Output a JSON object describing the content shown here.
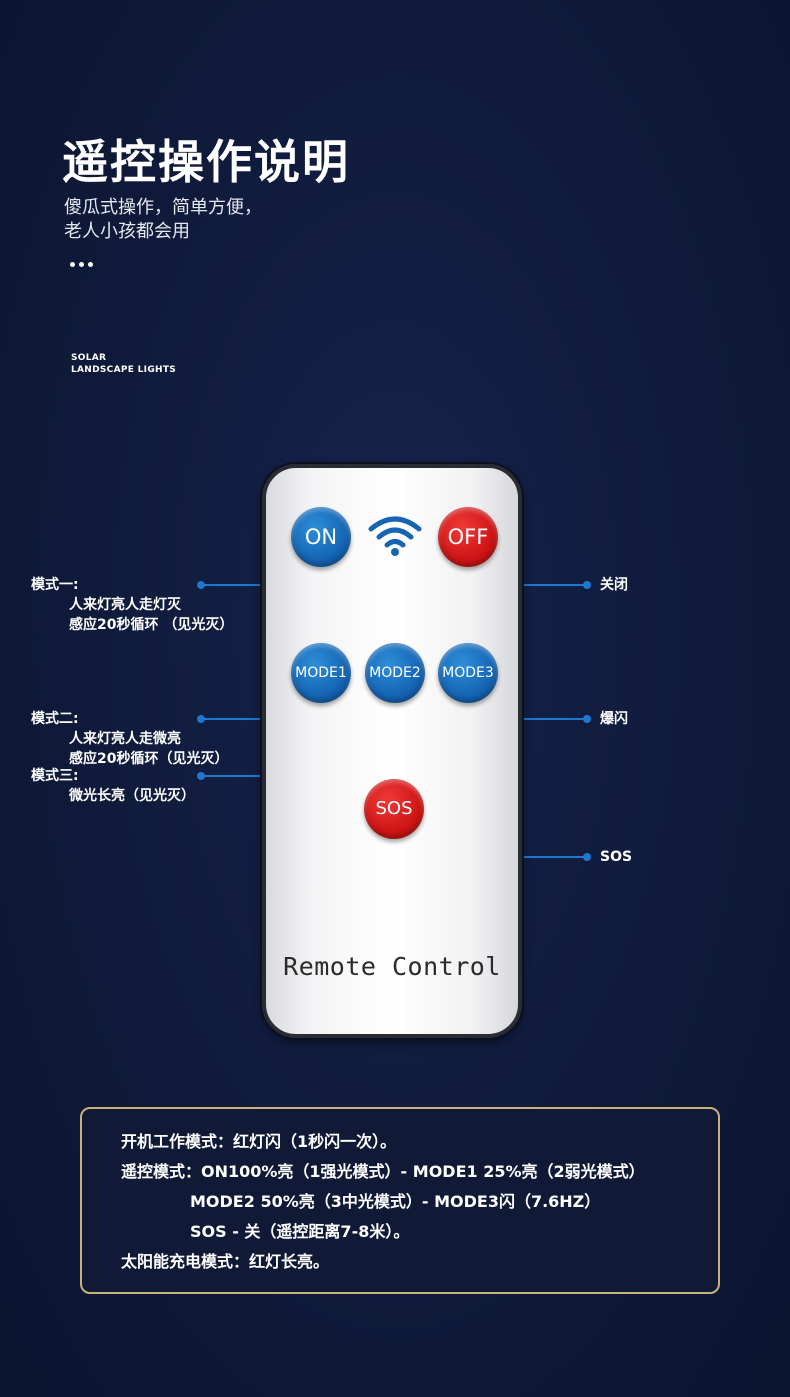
{
  "header": {
    "title": "遥控操作说明",
    "subtitle_line1": "傻瓜式操作，简单方便，",
    "subtitle_line2": "老人小孩都会用",
    "brand_line1": "SOLAR",
    "brand_line2": "LANDSCAPE LIGHTS"
  },
  "remote": {
    "on_label": "ON",
    "off_label": "OFF",
    "mode1_label": "MODE1",
    "mode2_label": "MODE2",
    "mode3_label": "MODE3",
    "sos_label": "SOS",
    "remote_text": "Remote Control",
    "wifi_icon": "wifi-icon"
  },
  "annotations": {
    "mode1_title": "模式一:",
    "mode1_line1": "人来灯亮人走灯灭",
    "mode1_line2": "感应20秒循环 （见光灭）",
    "mode2_title": "模式二:",
    "mode2_line1": "人来灯亮人走微亮",
    "mode2_line2": "感应20秒循环（见光灭）",
    "mode3_title": "模式三:",
    "mode3_line1": "微光长亮（见光灭）",
    "off_desc": "关闭",
    "mode3_desc": "爆闪",
    "sos_desc": "SOS"
  },
  "info": {
    "line1": "开机工作模式：红灯闪（1秒闪一次）。",
    "line2": "遥控模式：ON100%亮（1强光模式）- MODE1  25%亮（2弱光模式）",
    "line3": "MODE2  50%亮（3中光模式）- MODE3闪（7.6HZ）",
    "line4": "SOS - 关（遥控距离7-8米）。",
    "line5": "太阳能充电模式：红灯长亮。"
  },
  "colors": {
    "background": "#0f1a3a",
    "accent_line": "#1e78d0",
    "button_blue": "#1565b4",
    "button_red": "#cf1515",
    "border_gold": "#c9b27a"
  }
}
